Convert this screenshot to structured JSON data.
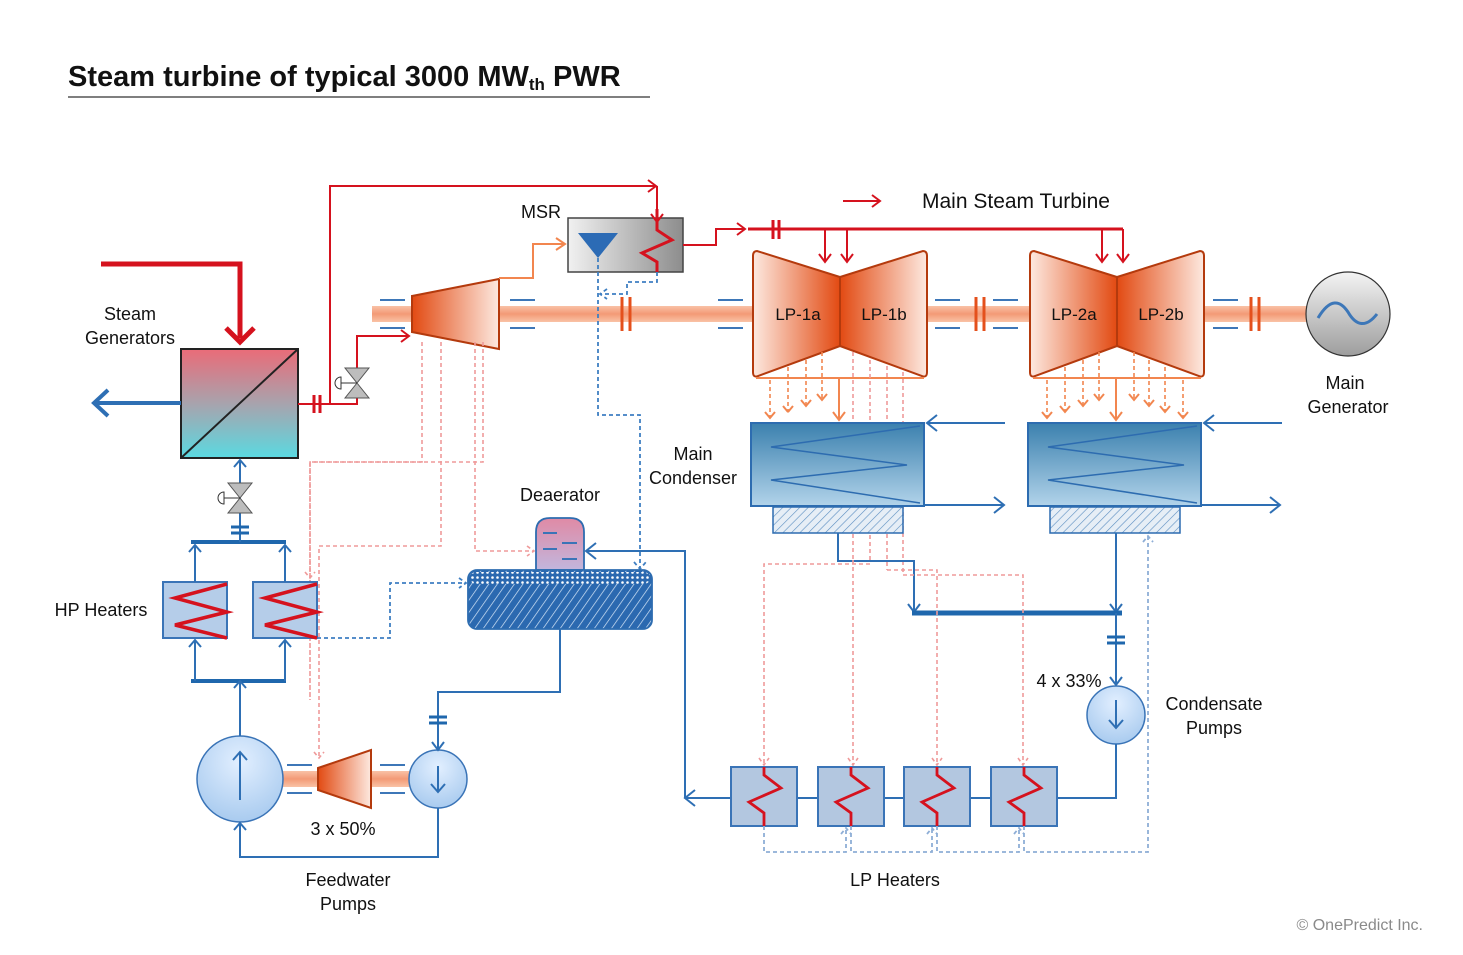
{
  "title": {
    "main": "Steam turbine of typical 3000 MW",
    "subscript": "th",
    "suffix": " PWR"
  },
  "legend": {
    "main_steam_turbine": "Main Steam Turbine"
  },
  "components": {
    "steam_generators": [
      "Steam",
      "Generators"
    ],
    "msr": "MSR",
    "turbines": [
      "LP-1a",
      "LP-1b",
      "LP-2a",
      "LP-2b"
    ],
    "main_generator": [
      "Main",
      "Generator"
    ],
    "main_condenser": [
      "Main",
      "Condenser"
    ],
    "deaerator": "Deaerator",
    "hp_heaters": "HP Heaters",
    "feedwater_pumps": [
      "Feedwater",
      "Pumps"
    ],
    "feedwater_pumps_config": "3 x 50%",
    "condensate_pumps": [
      "Condensate",
      "Pumps"
    ],
    "condensate_pumps_config": "4 x 33%",
    "lp_heaters": "LP Heaters"
  },
  "colors": {
    "steam": "#d5121e",
    "water": "#2e6fb4",
    "extraction": "#f2864f",
    "turbine": "#e4501c"
  },
  "copyright": "© OnePredict Inc."
}
